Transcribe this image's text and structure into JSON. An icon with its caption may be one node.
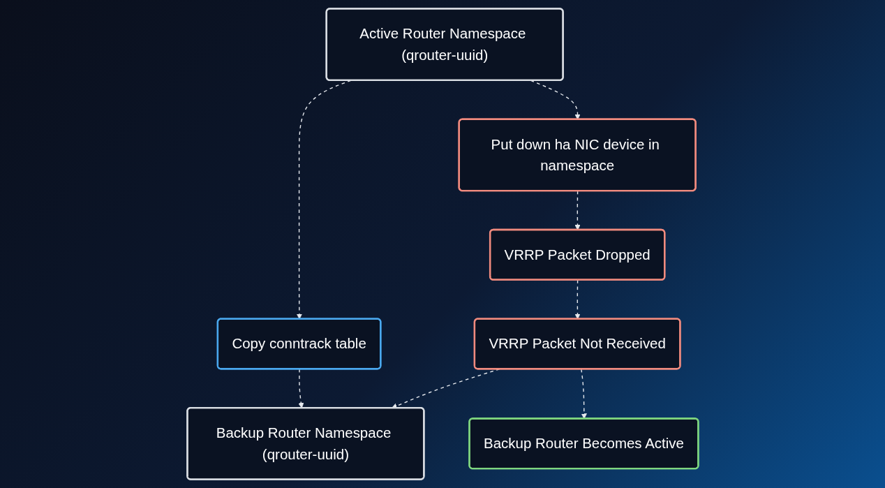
{
  "diagram": {
    "nodes": [
      {
        "text": [
          "Active Router Namespace (qrouter-uuid)"
        ]
      },
      {
        "text": [
          "Copy conntrack table"
        ]
      },
      {
        "text": [
          "Backup Router Namespace (qrouter-uuid)"
        ]
      },
      {
        "text": [
          "Put down ha NIC device in namespace"
        ]
      },
      {
        "text": [
          "VRRP Packet Dropped"
        ]
      },
      {
        "text": [
          "VRRP Packet Not Received"
        ]
      },
      {
        "text": [
          "Backup Router Becomes Active"
        ]
      }
    ],
    "edges": [
      {
        "from": 0,
        "to": 1,
        "arrow": "to",
        "style": "dashed"
      },
      {
        "from": 1,
        "to": 2,
        "arrow": "to",
        "style": "dashed"
      },
      {
        "from": 0,
        "to": 3,
        "arrow": "to",
        "style": "dashed"
      },
      {
        "from": 3,
        "to": 4,
        "arrow": "to",
        "style": "dashed"
      },
      {
        "from": 4,
        "to": 5,
        "arrow": "to",
        "style": "dashed"
      },
      {
        "from": 5,
        "to": 2,
        "arrow": "to",
        "style": "dashed"
      },
      {
        "from": 5,
        "to": 6,
        "arrow": "to",
        "style": "dashed"
      }
    ]
  }
}
